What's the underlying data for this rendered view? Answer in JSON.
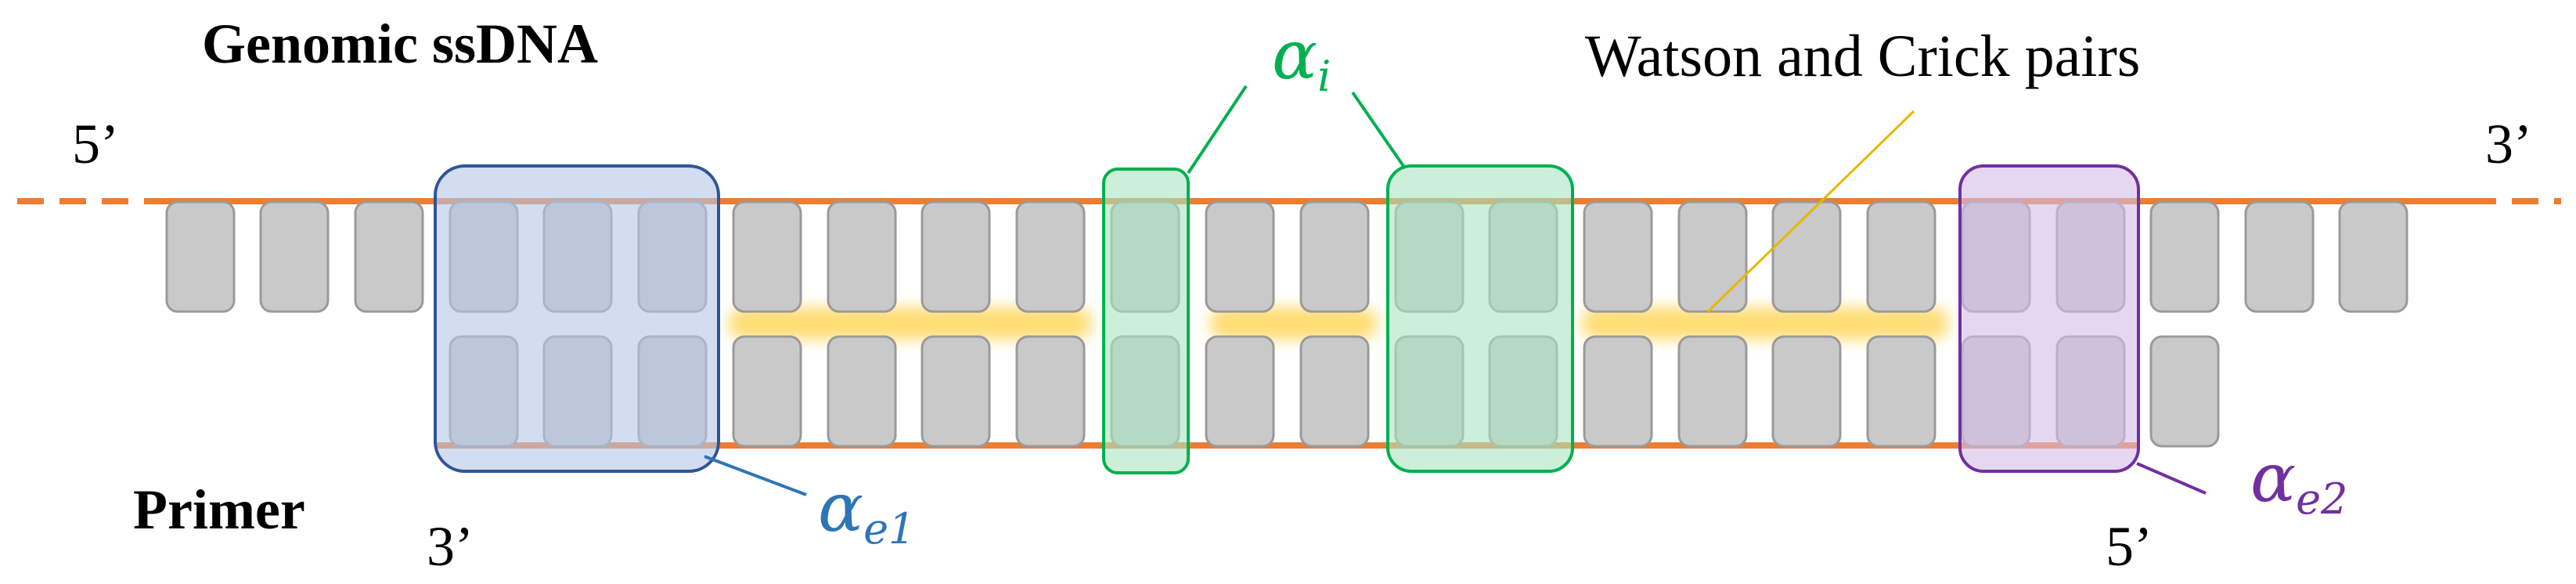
{
  "labels": {
    "genomic_strand": "Genomic ssDNA",
    "primer_strand": "Primer",
    "top_left_end": "5’",
    "top_right_end": "3’",
    "bottom_left_end": "3’",
    "bottom_right_end": "5’",
    "pairs_annotation": "Watson and Crick pairs"
  },
  "symbols": {
    "alpha_i": {
      "base": "α",
      "sub": "i"
    },
    "alpha_e1": {
      "base": "α",
      "sub": "e1"
    },
    "alpha_e2": {
      "base": "α",
      "sub": "e2"
    }
  },
  "colors": {
    "backbone": "#ED7D31",
    "base_fill": "#C9C9C9",
    "base_stroke": "#9A9A9A",
    "bond_glow": "#FFD966",
    "end_region_1": "#2F5597",
    "end_region_1_fill": "#B4C7E7",
    "end_region_1_label": "#2E75B6",
    "internal_region": "#00B050",
    "internal_region_fill": "#A9E4BF",
    "end_region_2": "#7030A0",
    "end_region_2_fill": "#D5BDE6",
    "pairs_pointer": "#E6B800"
  }
}
